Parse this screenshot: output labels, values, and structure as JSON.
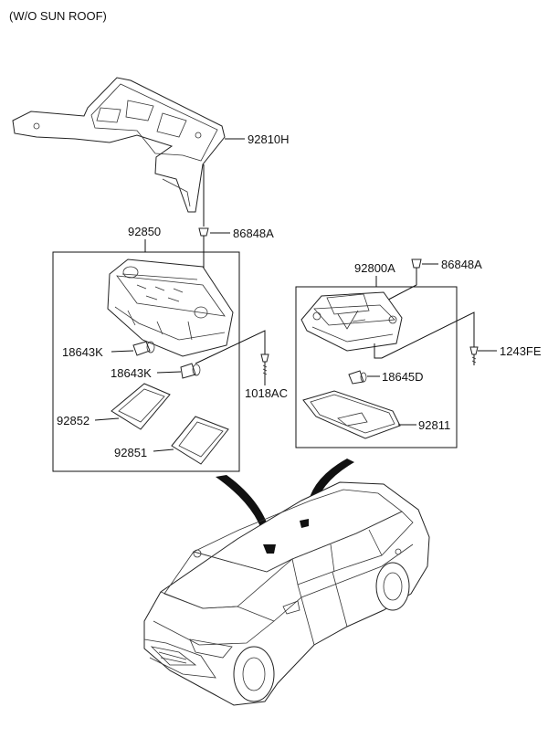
{
  "title": "(W/O SUN ROOF)",
  "labels": {
    "bracket": "92810H",
    "clip_top": "86848A",
    "lamp_assy_left": "92850",
    "bulb_1": "18643K",
    "bulb_2": "18643K",
    "lens_1": "92852",
    "lens_2": "92851",
    "screw_mid": "1018AC",
    "lamp_assy_right": "92800A",
    "clip_right": "86848A",
    "screw_right": "1243FE",
    "bulb_right": "18645D",
    "lens_right": "92811"
  }
}
